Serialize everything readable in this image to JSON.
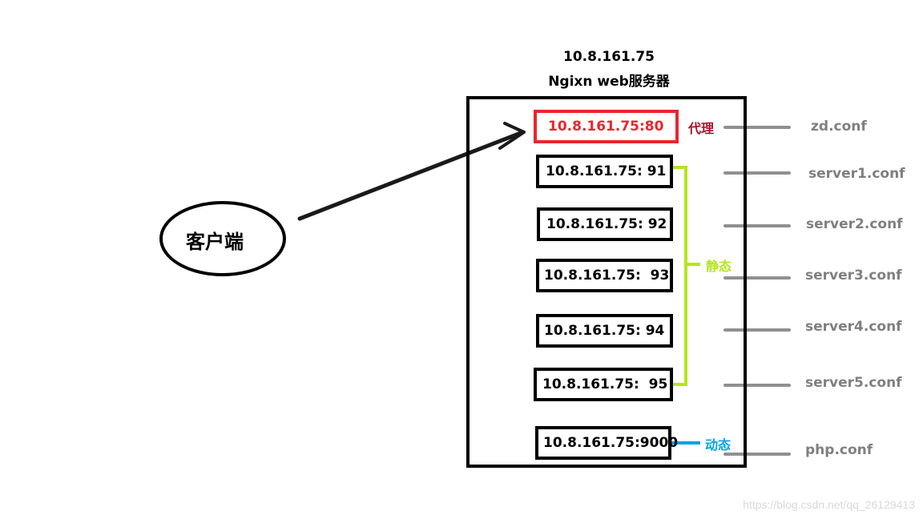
{
  "server": {
    "ip": "10.8.161.75",
    "name": "Ngixn web服务器"
  },
  "client": {
    "label": "客户端"
  },
  "ports": [
    {
      "text": "10.8.161.75:80",
      "conf": "zd.conf",
      "type": "proxy"
    },
    {
      "text": "10.8.161.75: 91",
      "conf": "server1.conf",
      "type": "static"
    },
    {
      "text": "10.8.161.75: 92",
      "conf": "server2.conf",
      "type": "static"
    },
    {
      "text": "10.8.161.75:  93",
      "conf": "server3.conf",
      "type": "static"
    },
    {
      "text": "10.8.161.75: 94",
      "conf": "server4.conf",
      "type": "static"
    },
    {
      "text": "10.8.161.75:  95",
      "conf": "server5.conf",
      "type": "static"
    },
    {
      "text": "10.8.161.75:9000",
      "conf": "php.conf",
      "type": "dynamic"
    }
  ],
  "groups": {
    "proxy_label": "代理",
    "static_label": "静态",
    "dynamic_label": "动态"
  },
  "colors": {
    "proxy": "#e8262e",
    "proxy_label": "#a2142a",
    "static": "#b5e61d",
    "dynamic": "#00a2e8",
    "conf": "#7f7f7f",
    "connector": "#909090"
  },
  "watermark": "https://blog.csdn.net/qq_26129413"
}
